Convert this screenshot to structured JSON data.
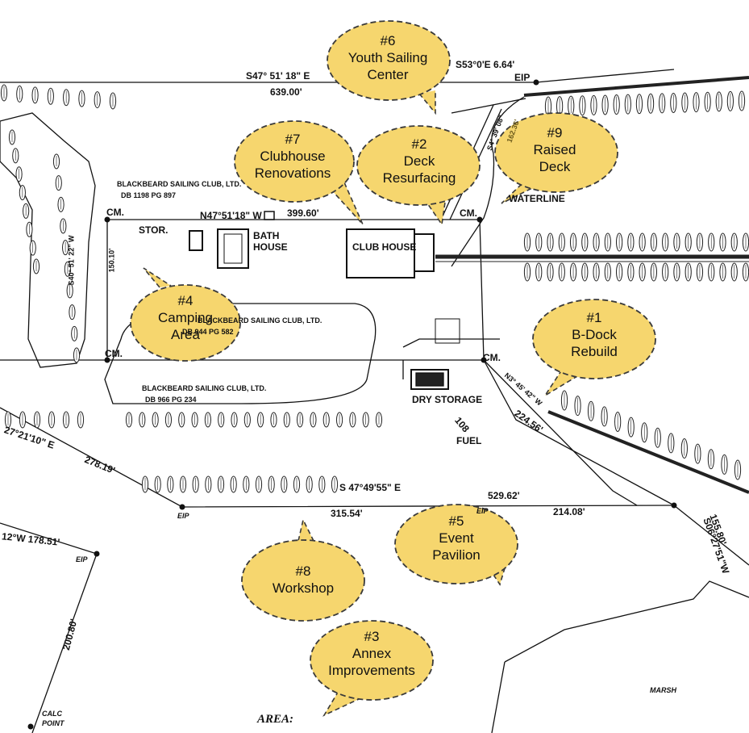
{
  "colors": {
    "bubble_fill": "#f6d66e",
    "bubble_stroke": "#3a3a3a",
    "line": "#111111",
    "dock": "#222222"
  },
  "bubbles": [
    {
      "num": "#1",
      "lines": [
        "B-Dock",
        "Rebuild"
      ]
    },
    {
      "num": "#2",
      "lines": [
        "Deck",
        "Resurfacing"
      ]
    },
    {
      "num": "#3",
      "lines": [
        "Annex",
        "Improvements"
      ]
    },
    {
      "num": "#4",
      "lines": [
        "Camping",
        "Area"
      ]
    },
    {
      "num": "#5",
      "lines": [
        "Event",
        "Pavilion"
      ]
    },
    {
      "num": "#6",
      "lines": [
        "Youth Sailing",
        "Center"
      ]
    },
    {
      "num": "#7",
      "lines": [
        "Clubhouse",
        "Renovations"
      ]
    },
    {
      "num": "#8",
      "lines": [
        "Workshop"
      ]
    },
    {
      "num": "#9",
      "lines": [
        "Raised",
        "Deck"
      ]
    }
  ],
  "labels": {
    "bearing_top": "S47° 51' 18\" E",
    "dist_top": "639.00'",
    "bearing_ne": "S53°0'E 6.64'",
    "eip": "EIP",
    "owner1": "BLACKBEARD SAILING CLUB, LTD.",
    "deed1": "DB 1198 PG 897",
    "cm": "CM.",
    "bearing_north": "N47°51'18\" W",
    "dist_north": "399.60'",
    "stor": "STOR.",
    "bath_house_1": "BATH",
    "bath_house_2": "HOUSE",
    "club_house": "CLUB HOUSE",
    "waterline": "WATERLINE",
    "bearing_west": "S40° 51' 22\" W",
    "dist_west": "150.10'",
    "owner2": "BLACKBEARD SAILING CLUB, LTD.",
    "deed2": "DB 944 PG 582",
    "owner3": "BLACKBEARD SAILING CLUB, LTD.",
    "deed3": "DB 966 PG 234",
    "dry_storage": "DRY STORAGE",
    "fuel_num": "108",
    "fuel": "FUEL",
    "bearing_mid": "N3° 45' 42\" W",
    "dist_mid": "224.56'",
    "bearing_left": "27°21'10\" E",
    "dist_left": "278.19'",
    "bearing_south": "S 47°49'55\" E",
    "dist_south_total": "529.62'",
    "dist_south_a": "315.54'",
    "dist_south_b": "214.08'",
    "bearing_se": "S06°27'51\"W",
    "dist_se": "155.80'",
    "bearing_sw": "12°W 178.51'",
    "dist_sw": "200.80'",
    "calc_point_1": "CALC",
    "calc_point_2": "POINT",
    "marsh": "MARSH",
    "area": "AREA:",
    "dist_ne_dock": "162.36'",
    "bearing_ne_dock": "S4° 39' 08\""
  }
}
